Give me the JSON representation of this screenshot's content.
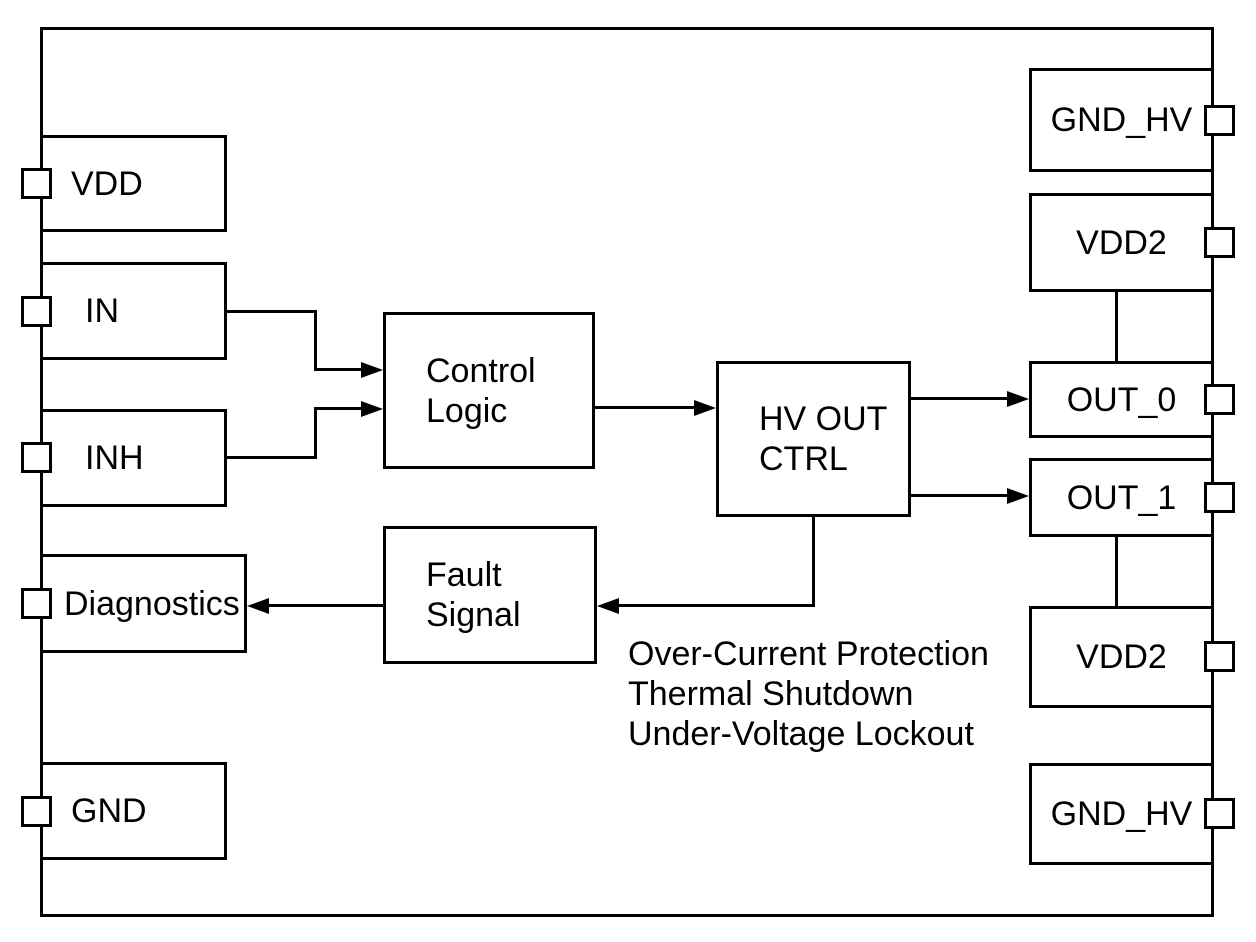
{
  "diagram": {
    "type": "functional-block-diagram",
    "colors": {
      "line": "#000000",
      "background": "#ffffff",
      "box_fill": "#ffffff"
    },
    "left_pins": [
      {
        "label": "VDD"
      },
      {
        "label": "IN"
      },
      {
        "label": "INH"
      },
      {
        "label": "Diagnostics"
      },
      {
        "label": "GND"
      }
    ],
    "right_pins": [
      {
        "label": "GND_HV"
      },
      {
        "label": "VDD2"
      },
      {
        "label": "OUT_0"
      },
      {
        "label": "OUT_1"
      },
      {
        "label": "VDD2"
      },
      {
        "label": "GND_HV"
      }
    ],
    "blocks": {
      "control_logic": {
        "line1": "Control",
        "line2": "Logic"
      },
      "hv_out_ctrl": {
        "line1": "HV OUT",
        "line2": "CTRL"
      },
      "fault_signal": {
        "line1": "Fault",
        "line2": "Signal"
      }
    },
    "protection_notes": {
      "line1": "Over-Current Protection",
      "line2": "Thermal Shutdown",
      "line3": "Under-Voltage Lockout"
    }
  }
}
